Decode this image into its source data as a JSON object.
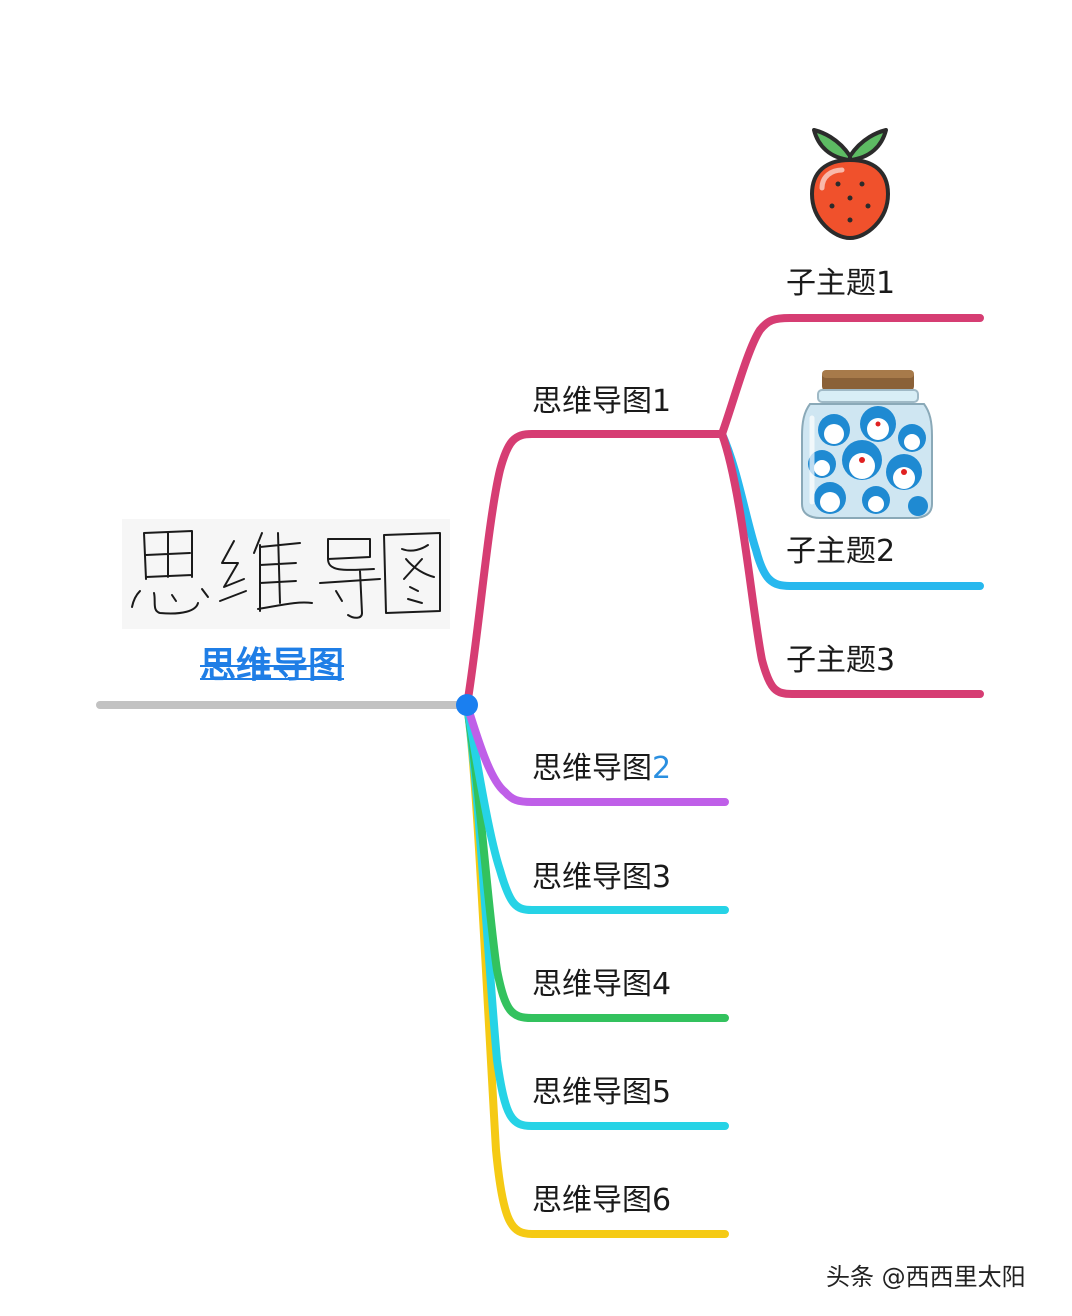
{
  "root": {
    "label": "思维导图",
    "handwriting_text": "思维导图"
  },
  "branches": [
    {
      "label": "思维导图1",
      "color": "#d63d73",
      "children": [
        {
          "label": "子主题1",
          "color": "#d63d73",
          "image": "strawberry-icon"
        },
        {
          "label": "子主题2",
          "color": "#27b8ee",
          "image": "doraemon-jar-image"
        },
        {
          "label": "子主题3",
          "color": "#d63d73"
        }
      ]
    },
    {
      "label_main": "思维导图",
      "label_suffix": "2",
      "color": "#bf5fe8"
    },
    {
      "label": "思维导图3",
      "color": "#26d3e6"
    },
    {
      "label": "思维导图4",
      "color": "#33c25e"
    },
    {
      "label": "思维导图5",
      "color": "#26d3e6"
    },
    {
      "label": "思维导图6",
      "color": "#f5ca14"
    }
  ],
  "colors": {
    "root_line": "#c2c2c2",
    "hub_node": "#1a7ff0",
    "root_label": "#1f7ee6",
    "accent_digit": "#2a8fe0"
  },
  "watermark": "头条 @西西里太阳"
}
